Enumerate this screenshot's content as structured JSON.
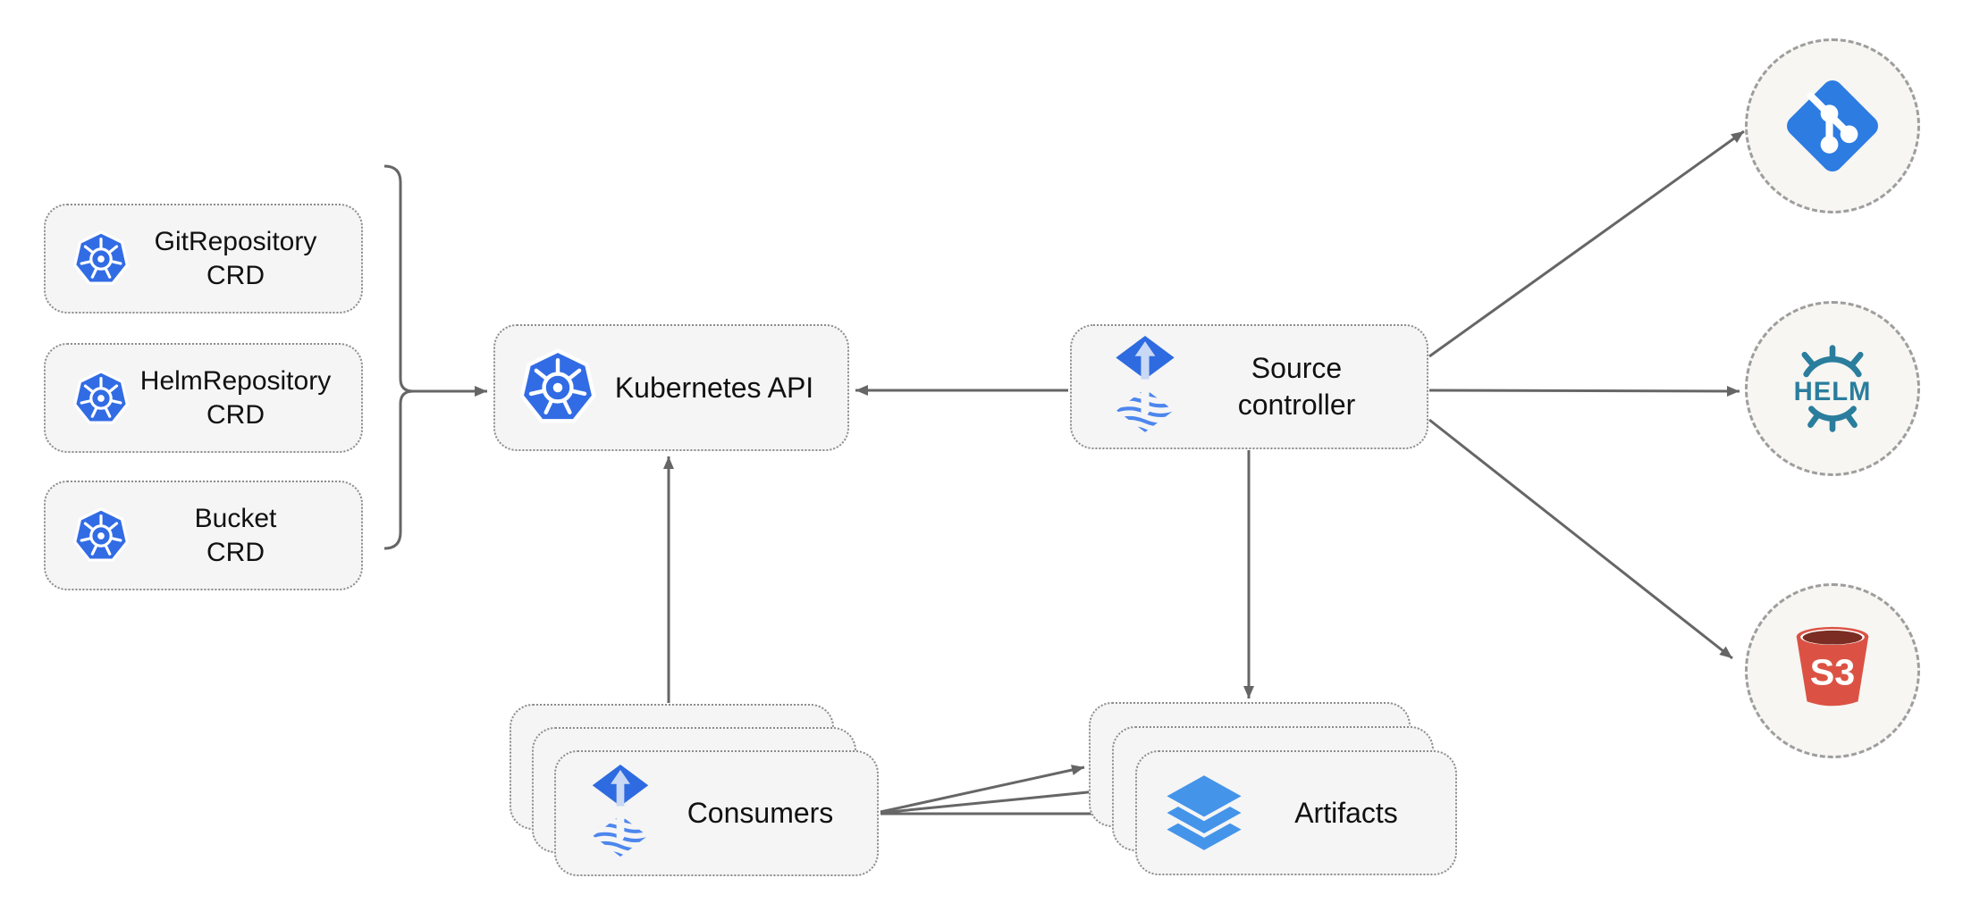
{
  "diagram": {
    "nodes": {
      "crds": [
        {
          "line1": "GitRepository",
          "line2": "CRD",
          "icon": "kubernetes-icon"
        },
        {
          "line1": "HelmRepository",
          "line2": "CRD",
          "icon": "kubernetes-icon"
        },
        {
          "line1": "Bucket",
          "line2": "CRD",
          "icon": "kubernetes-icon"
        }
      ],
      "kubernetesApi": {
        "label": "Kubernetes API",
        "icon": "kubernetes-icon"
      },
      "sourceController": {
        "line1": "Source",
        "line2": "controller",
        "icon": "flux-icon"
      },
      "consumers": {
        "label": "Consumers",
        "icon": "flux-icon",
        "stacked": 3
      },
      "artifacts": {
        "label": "Artifacts",
        "icon": "layers-icon",
        "stacked": 3
      }
    },
    "endpoints": {
      "git": {
        "icon": "git-icon"
      },
      "helm": {
        "icon": "helm-icon",
        "label": "HELM"
      },
      "s3": {
        "icon": "s3-bucket-icon",
        "label": "S3"
      }
    },
    "edges": [
      {
        "from": "crd-brace",
        "to": "kubernetes-api"
      },
      {
        "from": "source-controller",
        "to": "kubernetes-api"
      },
      {
        "from": "consumers",
        "to": "kubernetes-api"
      },
      {
        "from": "source-controller",
        "to": "artifacts"
      },
      {
        "from": "consumers",
        "to": "artifacts",
        "count": 3
      },
      {
        "from": "source-controller",
        "to": "git"
      },
      {
        "from": "source-controller",
        "to": "helm"
      },
      {
        "from": "source-controller",
        "to": "s3"
      }
    ]
  },
  "colors": {
    "k8sBlue": "#326CE5",
    "fluxBlue": "#2E6BE0",
    "fluxWave": "#4C86EE",
    "fluxArrowLight": "#C9D8F4",
    "layersBlue": "#4494EA",
    "gitBlue": "#2D7CE1",
    "helmTeal": "#2A7D9D",
    "s3Red": "#DB5244",
    "s3Dark": "#7B2D23",
    "arrowGray": "#666666",
    "boxBg": "#F5F5F5",
    "boxBorder": "#8C8C8C",
    "circleBg": "#F7F6F2",
    "circleBorder": "#9E9E9E",
    "text": "#111111"
  }
}
